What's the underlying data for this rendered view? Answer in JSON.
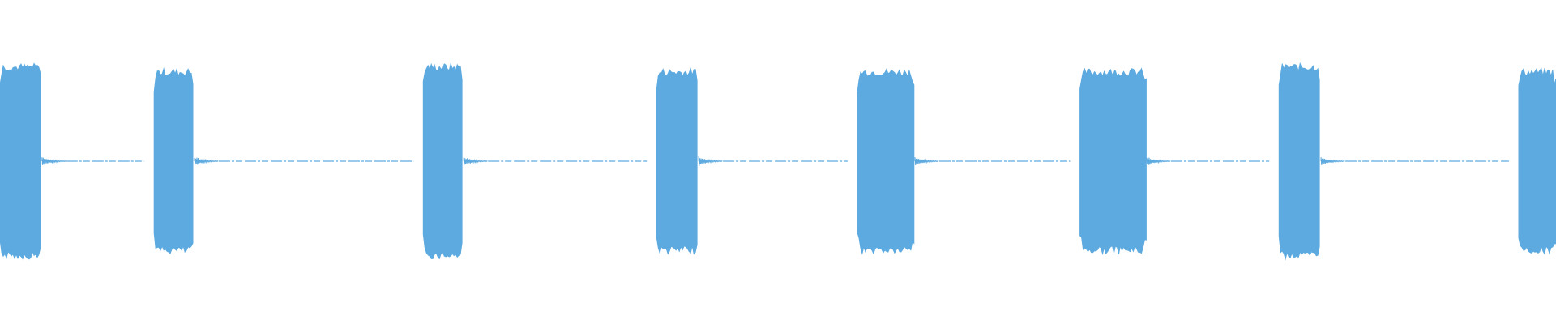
{
  "waveform": {
    "color": "#5DAAE0",
    "background": "#FFFFFF",
    "bursts": [
      {
        "start": 0.0,
        "end": 0.027,
        "amplitude": 1.0
      },
      {
        "start": 0.099,
        "end": 0.125,
        "amplitude": 0.95
      },
      {
        "start": 0.272,
        "end": 0.298,
        "amplitude": 1.0
      },
      {
        "start": 0.422,
        "end": 0.449,
        "amplitude": 0.95
      },
      {
        "start": 0.551,
        "end": 0.588,
        "amplitude": 0.95
      },
      {
        "start": 0.694,
        "end": 0.737,
        "amplitude": 0.95
      },
      {
        "start": 0.822,
        "end": 0.849,
        "amplitude": 1.0
      },
      {
        "start": 0.976,
        "end": 1.0,
        "amplitude": 0.95
      }
    ]
  }
}
